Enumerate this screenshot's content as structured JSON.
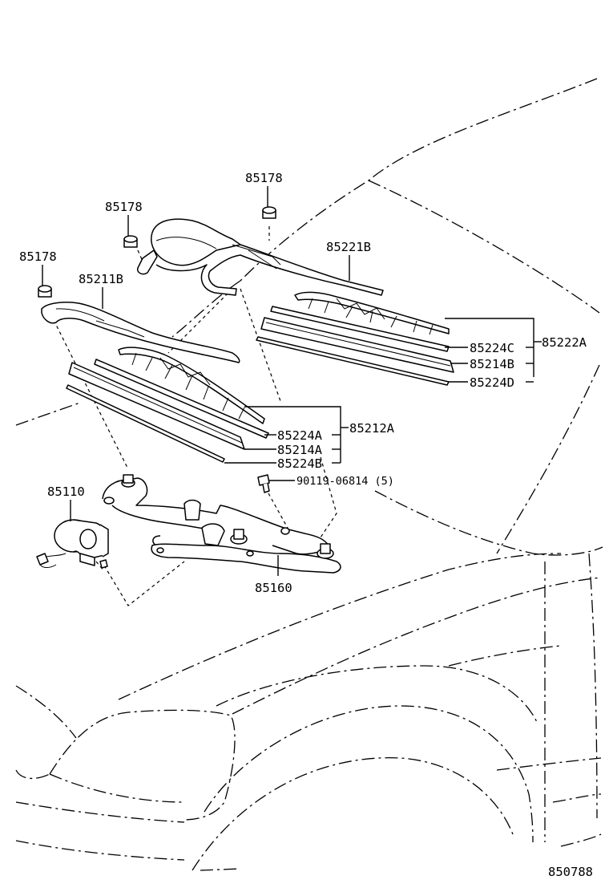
{
  "labels": {
    "clip_top": "85178",
    "clip_mid": "85178",
    "clip_left": "85178",
    "arm_right": "85221B",
    "arm_left": "85211B",
    "blade_right_assy": "85222A",
    "right_rubber_c": "85224C",
    "right_refill_b": "85214B",
    "right_rubber_d": "85224D",
    "blade_left_assy": "85212A",
    "left_rubber_a": "85224A",
    "left_refill_a": "85214A",
    "left_rubber_b": "85224B",
    "bolt": "90119-06814 (5)",
    "motor": "85110",
    "link": "85160",
    "diagram_no": "850788"
  }
}
